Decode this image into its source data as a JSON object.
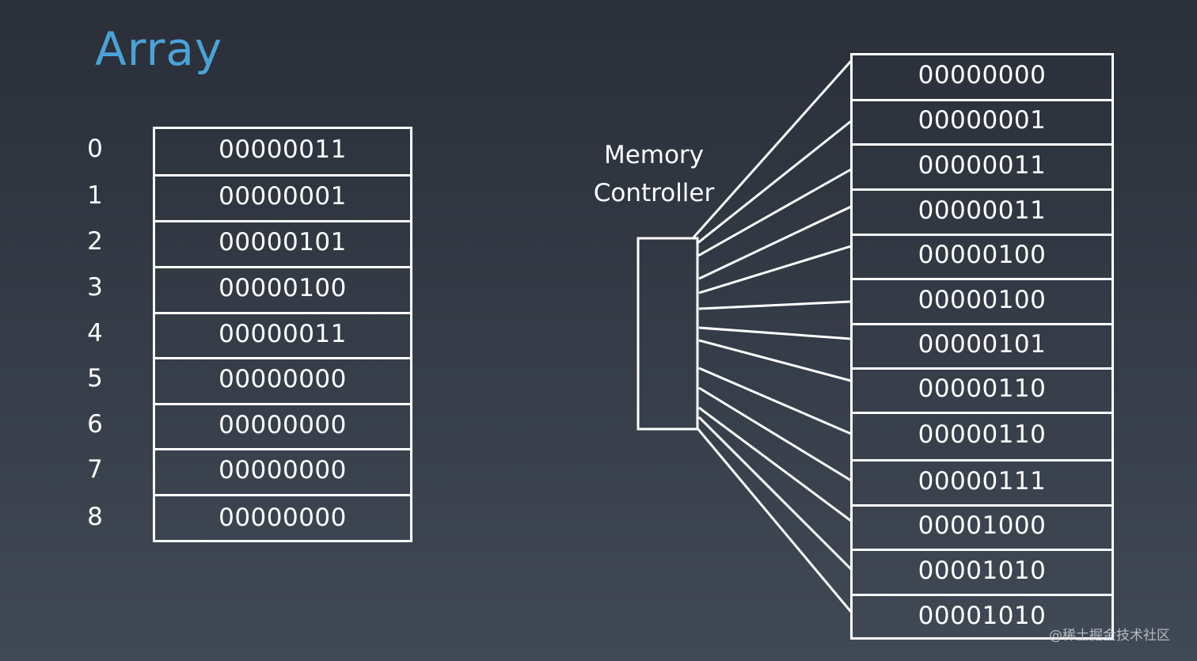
{
  "title": "Array",
  "array": {
    "indices": [
      "0",
      "1",
      "2",
      "3",
      "4",
      "5",
      "6",
      "7",
      "8"
    ],
    "cells": [
      "00000011",
      "00000001",
      "00000101",
      "00000100",
      "00000011",
      "00000000",
      "00000000",
      "00000000",
      "00000000"
    ]
  },
  "memory_controller": {
    "label_line1": "Memory",
    "label_line2": "Controller"
  },
  "memory": {
    "cells": [
      "00000000",
      "00000001",
      "00000011",
      "00000011",
      "00000100",
      "00000100",
      "00000101",
      "00000110",
      "00000110",
      "00000111",
      "00001000",
      "00001010",
      "00001010"
    ]
  },
  "watermark": "@稀土掘金技术社区"
}
